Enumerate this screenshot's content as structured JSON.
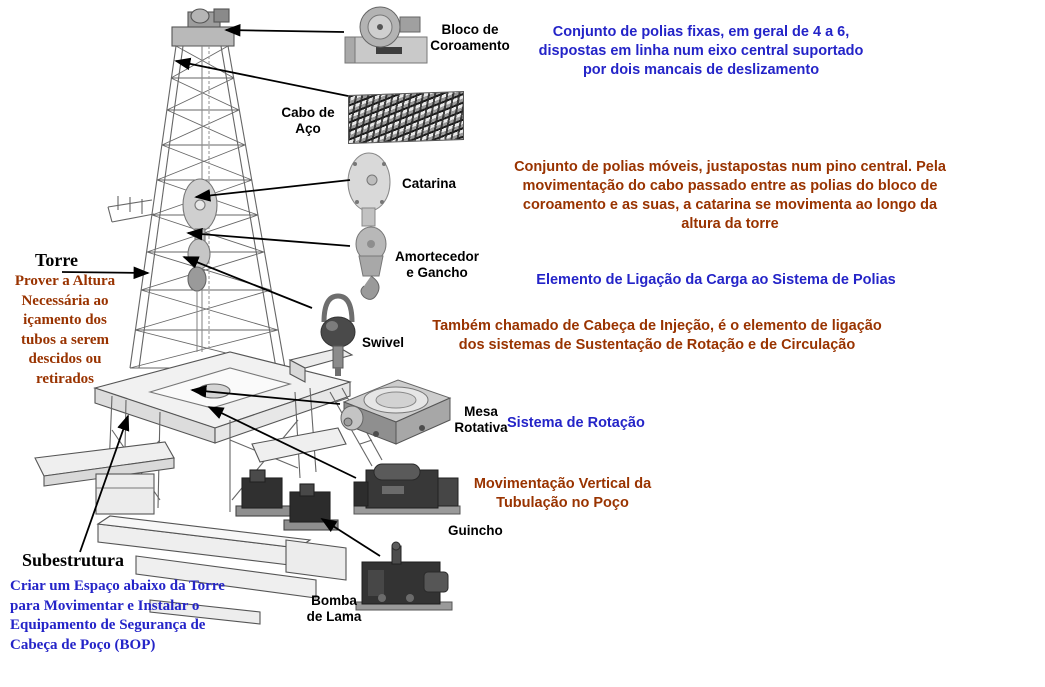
{
  "colors": {
    "blue": "#2424C8",
    "darkred": "#993300",
    "black": "#000000",
    "drawing_gray": "#666666"
  },
  "labels": {
    "bloco_coroamento": {
      "lines": [
        "Bloco de",
        "Coroamento"
      ]
    },
    "cabo_aco": {
      "lines": [
        "Cabo de",
        "Aço"
      ]
    },
    "catarina": "Catarina",
    "amortecedor": {
      "lines": [
        "Amortecedor",
        "e Gancho"
      ]
    },
    "swivel": "Swivel",
    "mesa_rotativa": {
      "lines": [
        "Mesa",
        "Rotativa"
      ]
    },
    "guincho": "Guincho",
    "bomba_lama": {
      "lines": [
        "Bomba",
        "de Lama"
      ]
    },
    "torre": "Torre",
    "subestrutura": "Subestrutura"
  },
  "annotations": {
    "coroamento": {
      "color": "blue",
      "lines": [
        "Conjunto de polias fixas, em geral de 4 a 6,",
        "dispostas em linha num eixo central suportado",
        "por dois mancais de deslizamento"
      ]
    },
    "catarina": {
      "color": "darkred",
      "lines": [
        "Conjunto de polias móveis, justapostas num pino central. Pela",
        "movimentação do cabo passado entre as polias do bloco de",
        "coroamento e as suas, a catarina se movimenta ao longo da",
        "altura da torre"
      ]
    },
    "gancho": {
      "color": "blue",
      "lines": [
        "Elemento de Ligação da Carga ao Sistema de Polias"
      ]
    },
    "swivel": {
      "color": "darkred",
      "lines": [
        "Também chamado de Cabeça de Injeção, é o elemento de ligação",
        "dos sistemas de Sustentação de Rotação e de Circulação"
      ]
    },
    "mesa_rotativa": {
      "color": "blue",
      "lines": [
        "Sistema de Rotação"
      ]
    },
    "guincho": {
      "color": "darkred",
      "lines": [
        "Movimentação Vertical da",
        "Tubulação no Poço"
      ]
    },
    "torre": {
      "color": "darkred",
      "lines": [
        "Prover a Altura",
        "Necessária ao",
        "içamento dos",
        "tubos a serem",
        "descidos ou",
        "retirados"
      ]
    },
    "subestrutura": {
      "color": "blue",
      "lines": [
        "Criar um Espaço abaixo da Torre",
        "para Movimentar e Instalar o",
        "Equipamento de Segurança de",
        "Cabeça de Poço (BOP)"
      ]
    }
  }
}
